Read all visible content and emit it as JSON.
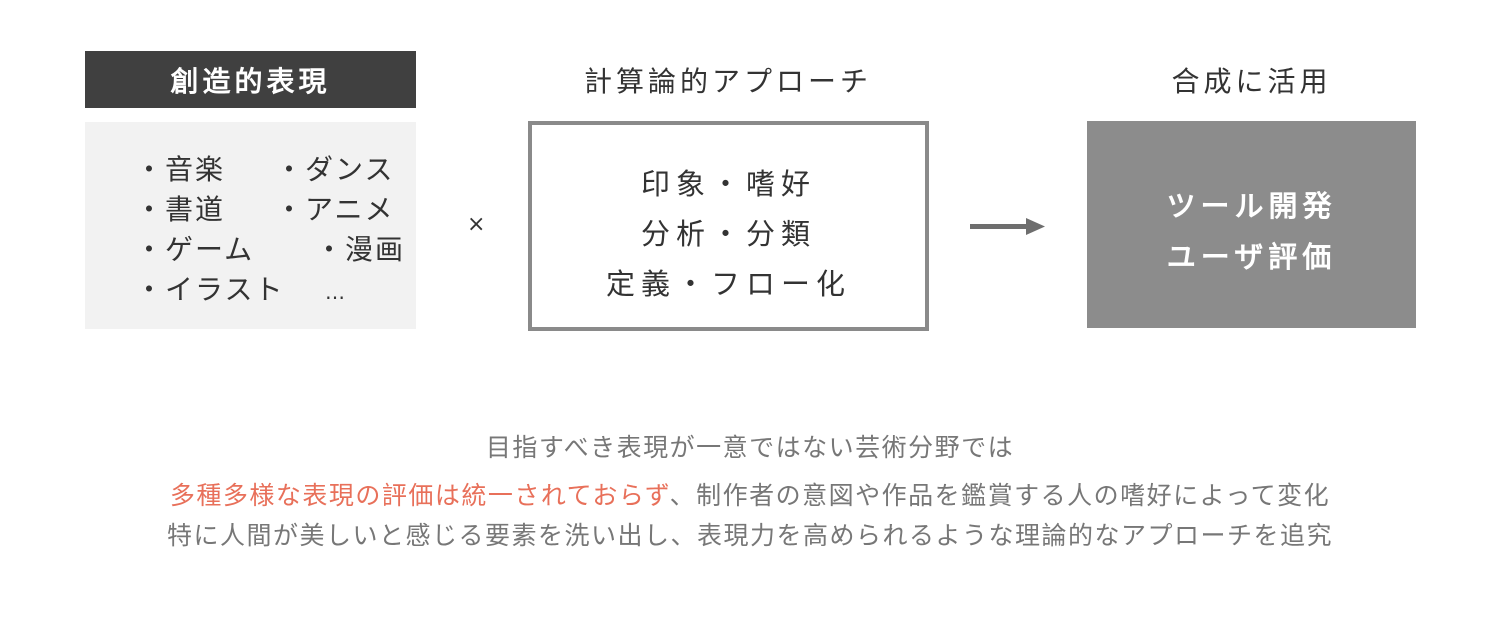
{
  "left": {
    "title": "創造的表現",
    "items": [
      [
        "・音楽",
        "・ダンス"
      ],
      [
        "・書道",
        "・アニメ"
      ],
      [
        "・ゲーム",
        "・漫画"
      ],
      [
        "・イラスト",
        "…"
      ]
    ]
  },
  "operator": "×",
  "middle": {
    "title": "計算論的アプローチ",
    "lines": [
      "印象・嗜好",
      "分析・分類",
      "定義・フロー化"
    ]
  },
  "right": {
    "title": "合成に活用",
    "lines": [
      "ツール開発",
      "ユーザ評価"
    ]
  },
  "description": {
    "line1": "目指すべき表現が一意ではない芸術分野では",
    "line2_highlight": "多種多様な表現の評価は統一されておらず",
    "line2_rest": "、制作者の意図や作品を鑑賞する人の嗜好によって変化",
    "line3": "特に人間が美しいと感じる要素を洗い出し、表現力を高められるような理論的なアプローチを追究"
  },
  "colors": {
    "dark": "#404040",
    "light_bg": "#f2f2f2",
    "gray": "#8c8c8c",
    "highlight": "#e8705a",
    "text": "#777777"
  }
}
